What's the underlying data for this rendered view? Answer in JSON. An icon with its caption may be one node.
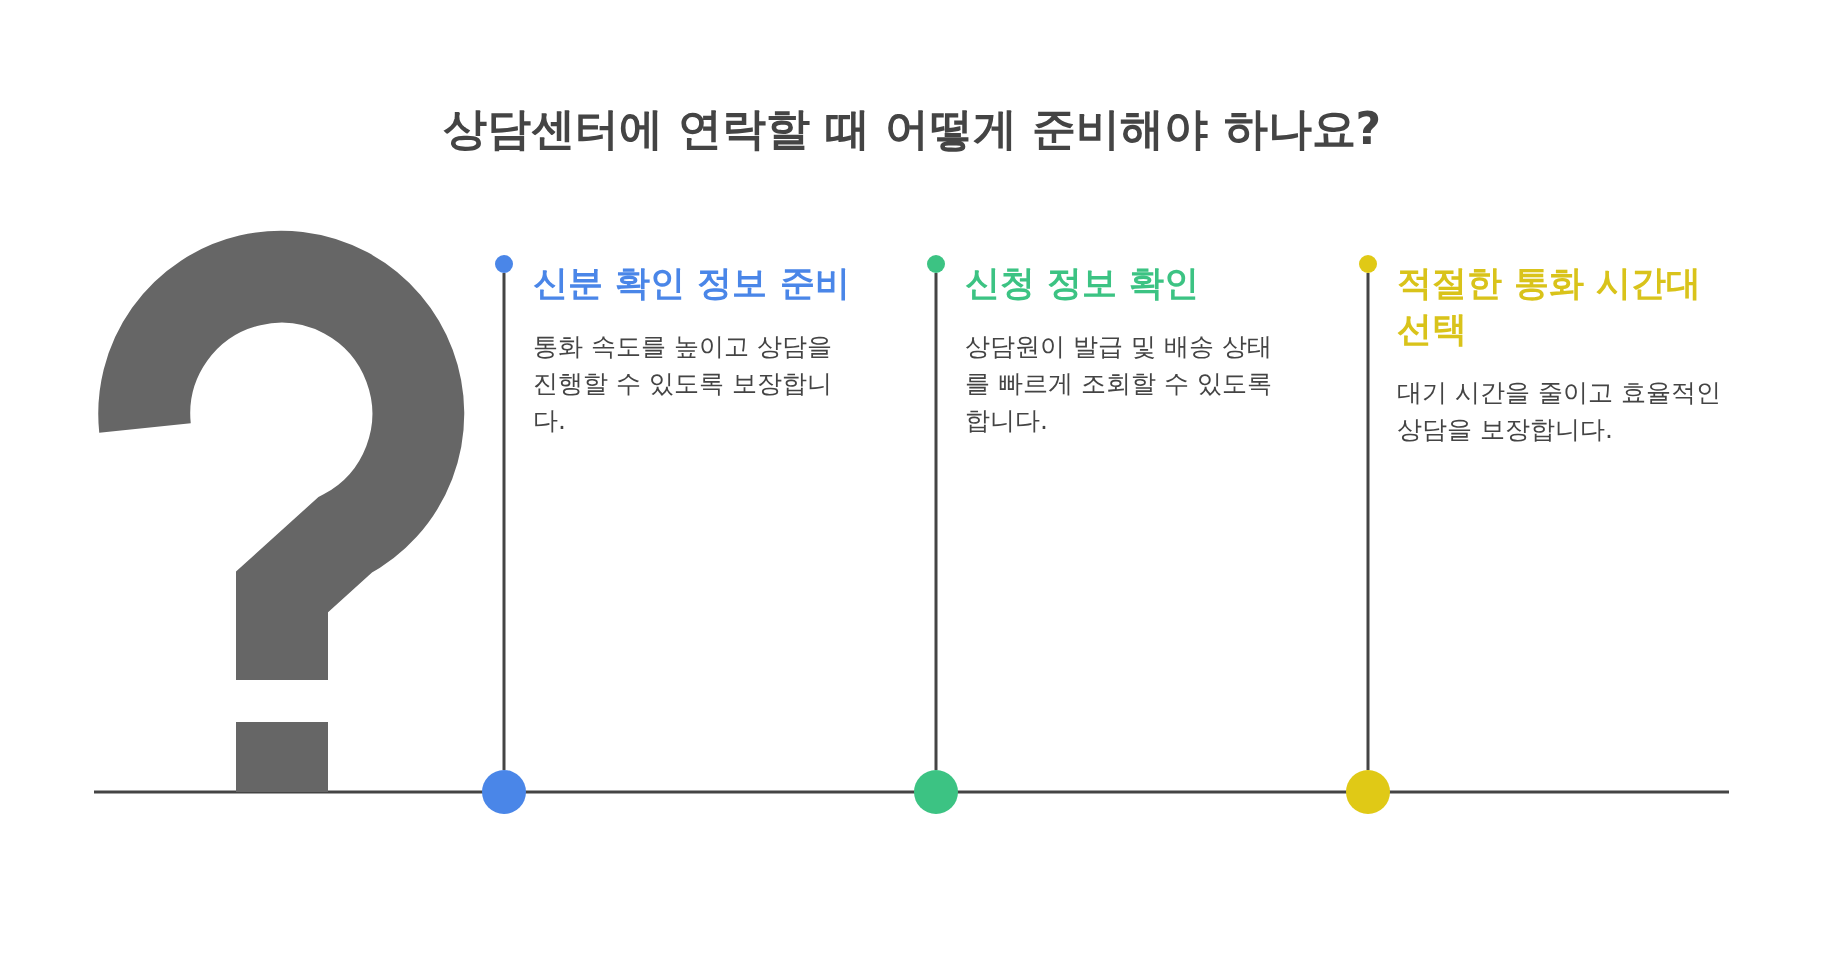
{
  "diagram": {
    "title": "상담센터에 연락할 때 어떻게 준비해야 하나요?",
    "nodes": [
      {
        "text": [
          "신분 확인 정보 준비",
          "통화 속도를 높이고 상담을 진행할 수 있도록 보장합니다."
        ]
      },
      {
        "text": [
          "신청 정보 확인",
          "상담원이 발급 및 배송 상태를 빠르게 조회할 수 있도록 합니다."
        ]
      },
      {
        "text": [
          "적절한 통화 시간대 선택",
          "대기 시간을 줄이고 효율적인 상담을 보장합니다."
        ]
      },
      {
        "text": [],
        "shape": "circle"
      },
      {
        "text": [],
        "shape": "circle"
      },
      {
        "text": [],
        "shape": "circle"
      }
    ],
    "edges": [
      {
        "from": 3,
        "to": 0,
        "arrow": "none"
      },
      {
        "from": 4,
        "to": 1,
        "arrow": "none"
      },
      {
        "from": 5,
        "to": 2,
        "arrow": "none"
      }
    ]
  }
}
